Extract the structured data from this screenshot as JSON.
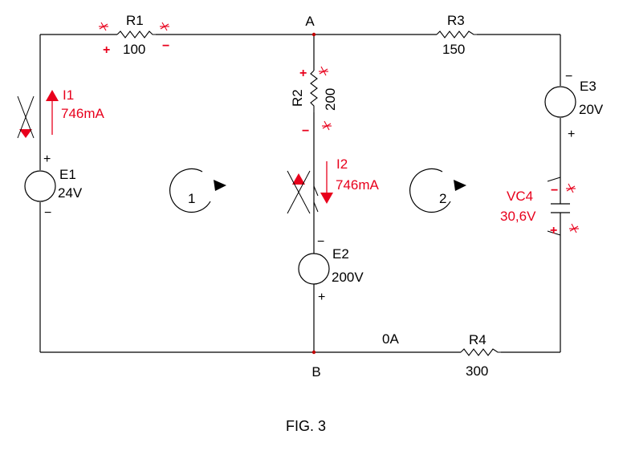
{
  "colors": {
    "wire": "#000000",
    "annotation": "#e8001c",
    "background": "#ffffff"
  },
  "nodes": {
    "a": "A",
    "b": "B"
  },
  "resistors": {
    "r1": {
      "name": "R1",
      "value": "100"
    },
    "r2": {
      "name": "R2",
      "value": "200"
    },
    "r3": {
      "name": "R3",
      "value": "150"
    },
    "r4": {
      "name": "R4",
      "value": "300"
    }
  },
  "sources": {
    "e1": {
      "name": "E1",
      "value": "24V"
    },
    "e2": {
      "name": "E2",
      "value": "200V"
    },
    "e3": {
      "name": "E3",
      "value": "20V"
    }
  },
  "capacitor": {
    "name": "VC4",
    "value": "30,6V"
  },
  "currents": {
    "i1": {
      "name": "I1",
      "value": "746mA"
    },
    "i2": {
      "name": "I2",
      "value": "746mA"
    },
    "r4_current": "0A"
  },
  "loops": {
    "loop1": "1",
    "loop2": "2"
  },
  "polarity": {
    "plus": "+",
    "minus": "−"
  },
  "caption": "FIG. 3"
}
